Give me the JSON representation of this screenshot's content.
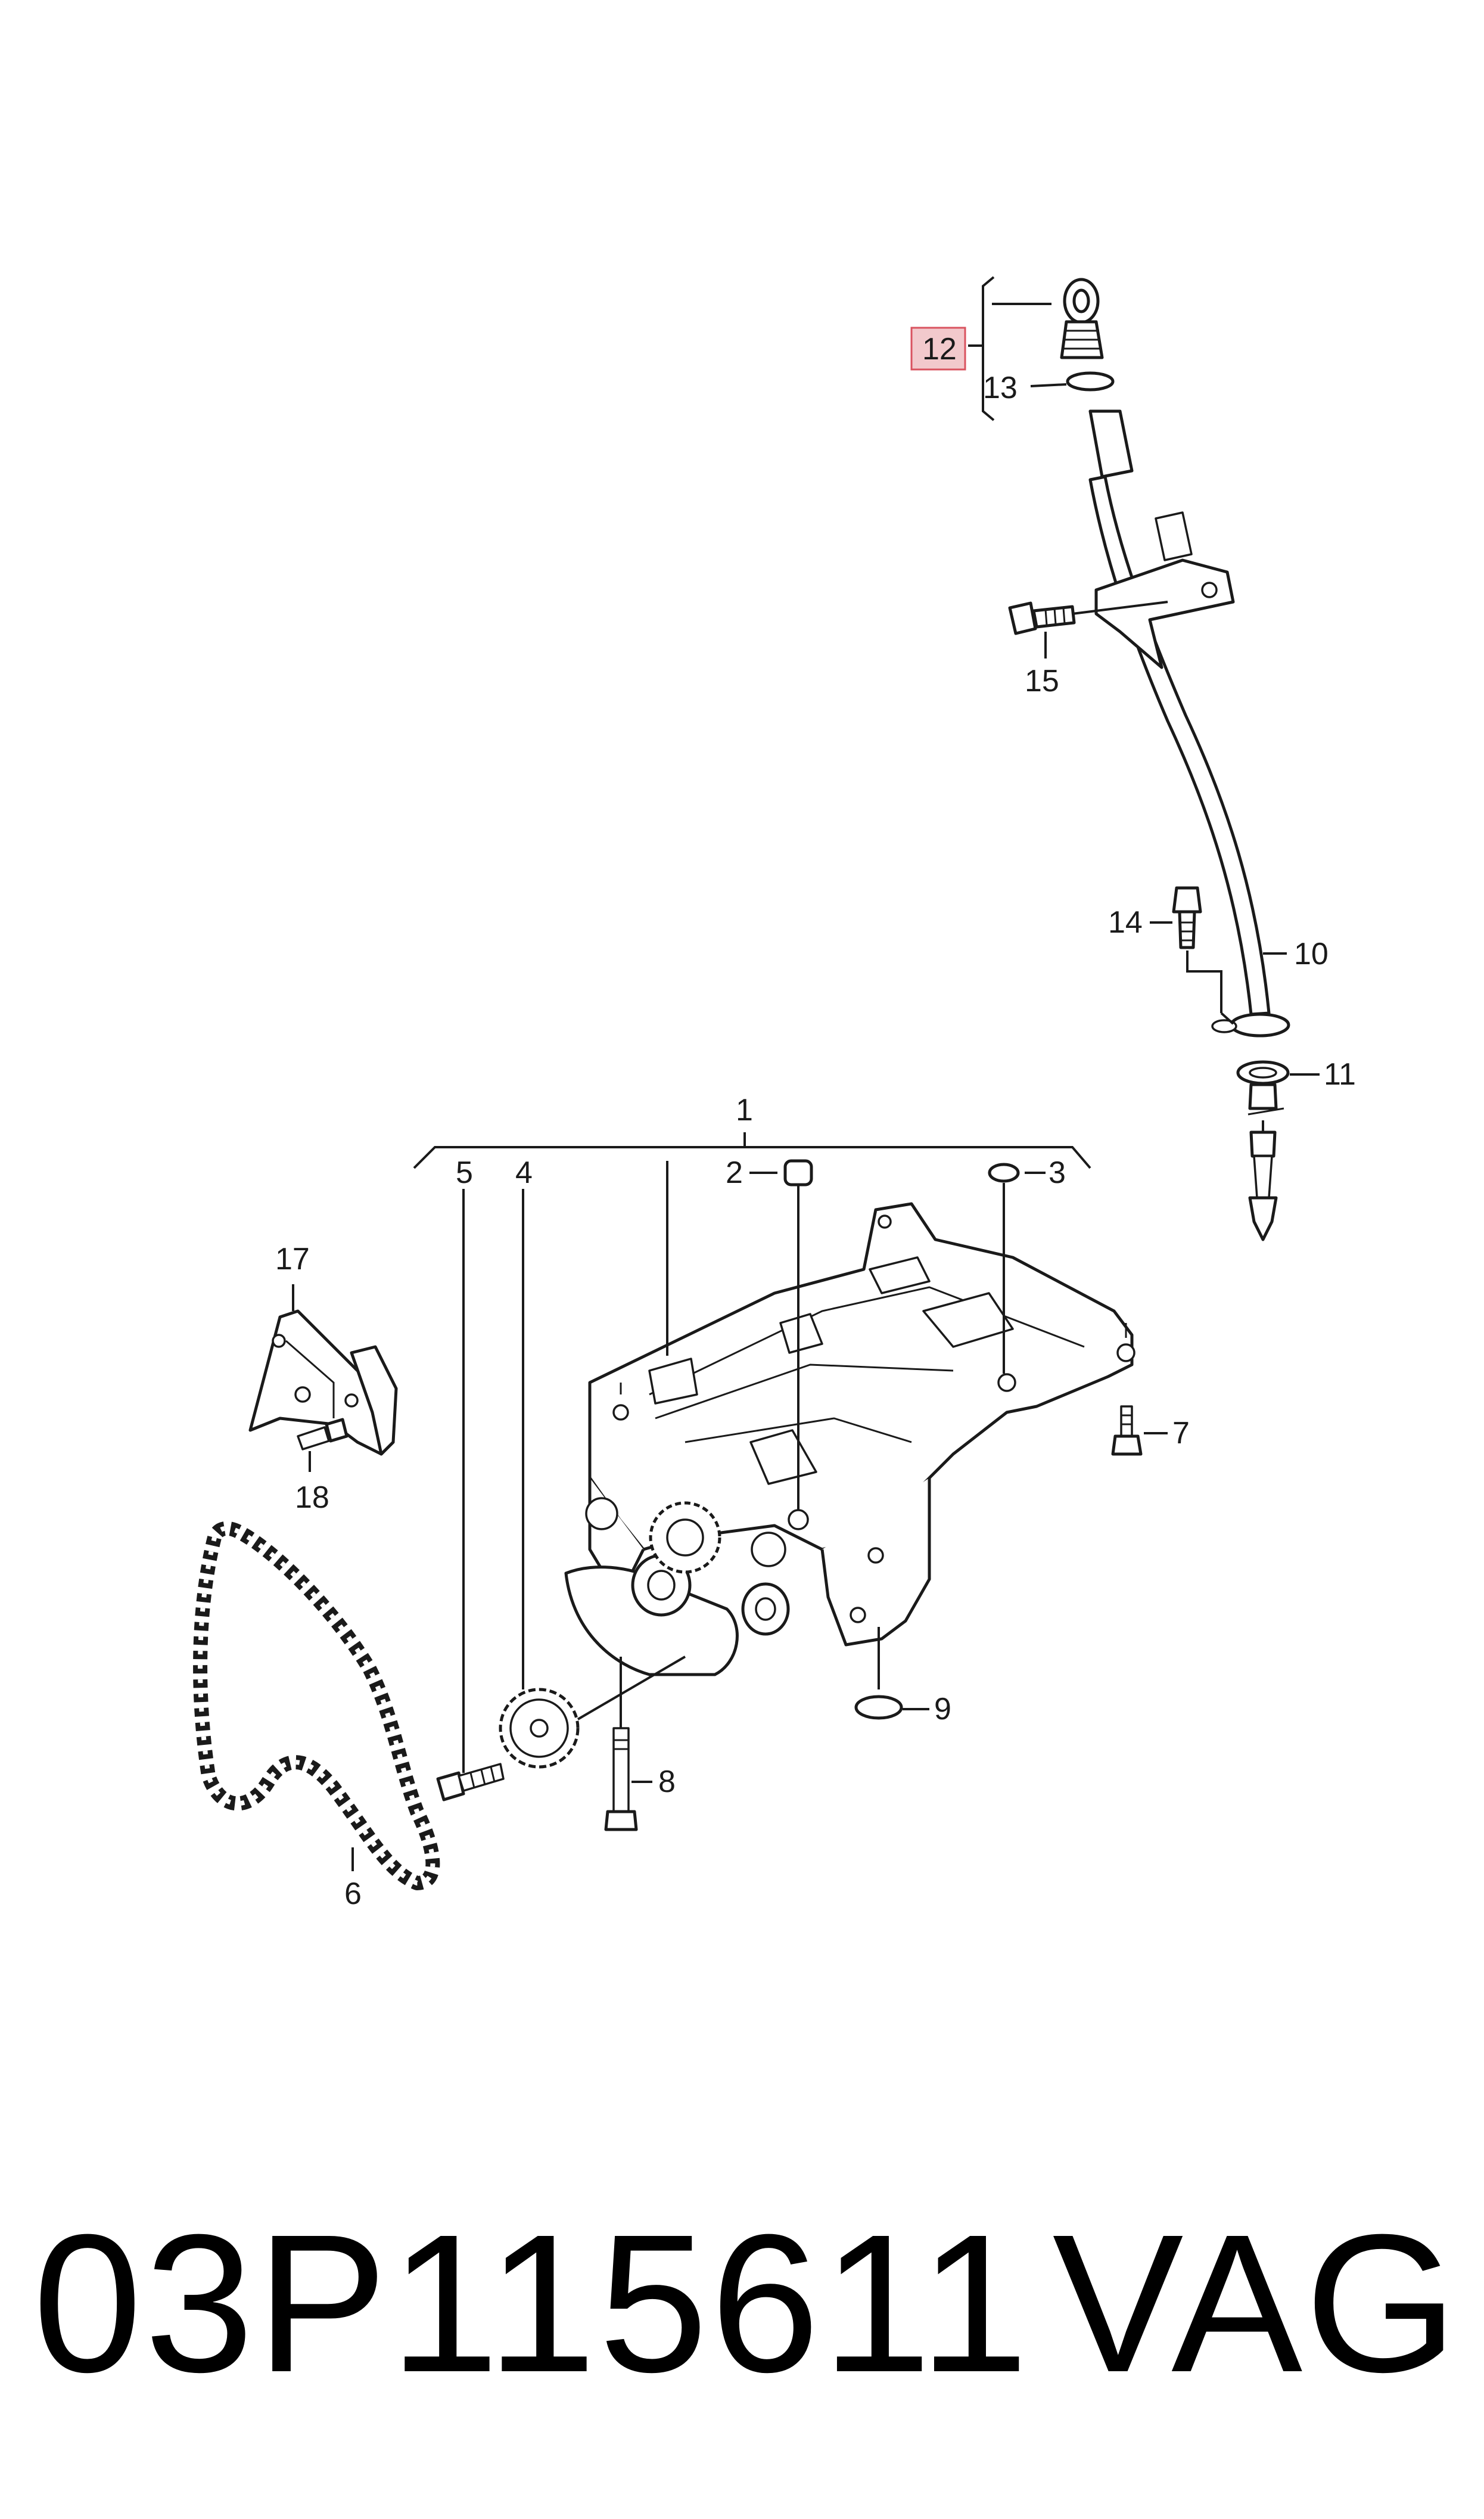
{
  "callouts": {
    "c1": "1",
    "c2": "2",
    "c3": "3",
    "c4": "4",
    "c5": "5",
    "c6": "6",
    "c7": "7",
    "c8": "8",
    "c9": "9",
    "c10": "10",
    "c11": "11",
    "c12": "12",
    "c13": "13",
    "c14": "14",
    "c15": "15",
    "c17": "17",
    "c18": "18"
  },
  "highlight_color": "#f2c9cc",
  "highlight_border": "#d9535f",
  "footer": {
    "part_number": "03P115611",
    "brand": "VAG"
  }
}
